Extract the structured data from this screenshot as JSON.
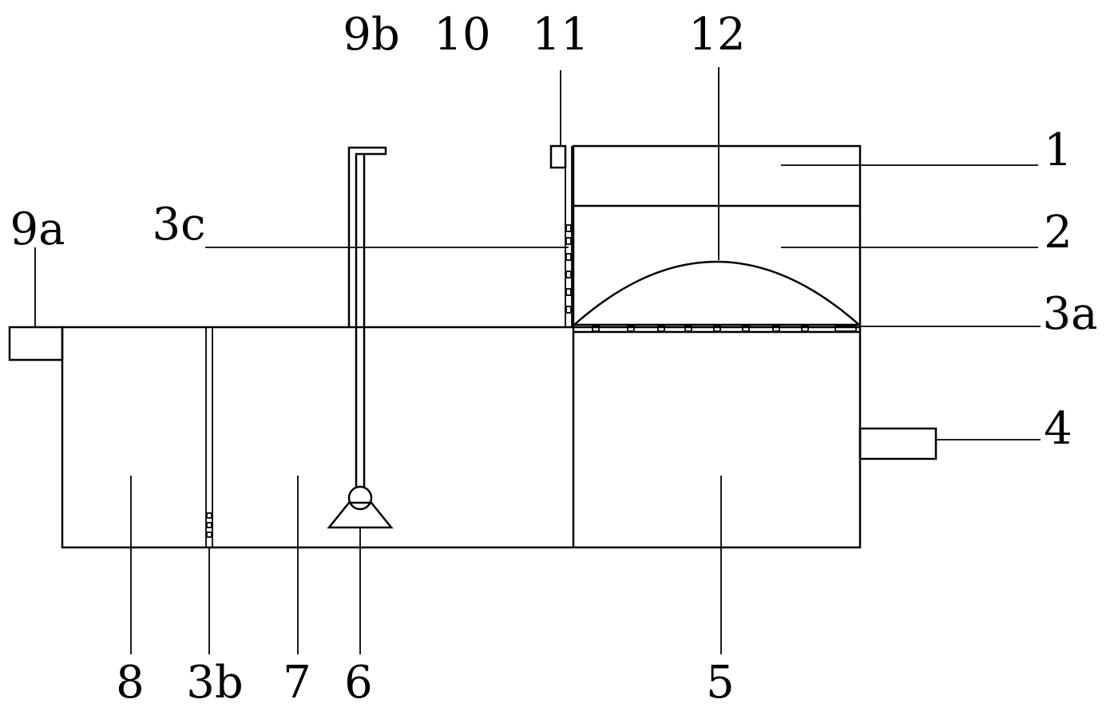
{
  "labels": {
    "l1": "1",
    "l2": "2",
    "l3a": "3a",
    "l3b": "3b",
    "l3c": "3c",
    "l4": "4",
    "l5": "5",
    "l6": "6",
    "l7": "7",
    "l8": "8",
    "l9a": "9a",
    "l9b": "9b",
    "l10": "10",
    "l11": "11",
    "l12": "12"
  }
}
